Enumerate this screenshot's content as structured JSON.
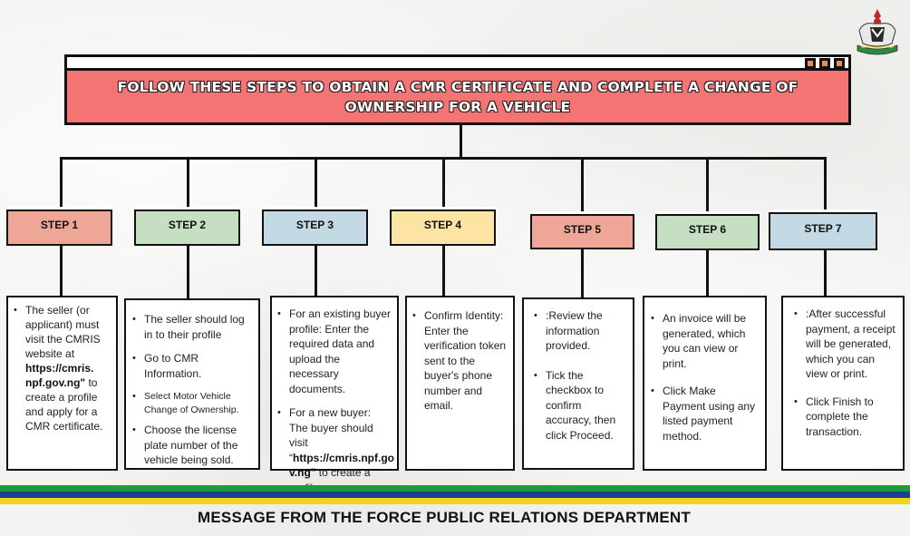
{
  "header": {
    "title": "FOLLOW THESE STEPS TO OBTAIN A CMR CERTIFICATE AND COMPLETE A CHANGE OF OWNERSHIP FOR A VEHICLE"
  },
  "colors": {
    "title_bg": "#f47474",
    "salmon": "#eea696",
    "green": "#c6dfc2",
    "blue": "#c3d9e3",
    "yellow": "#fde4a4",
    "stripe_green": "#1f9a3c",
    "stripe_blue": "#1b3f8f",
    "stripe_yellow": "#f2d21c"
  },
  "steps": [
    {
      "label": "STEP 1",
      "items": [
        "The seller (or applicant) must visit the CMRIS website at",
        "https://cmris. npf.gov.ng\"",
        "to create a profile and apply for a CMR certificate."
      ]
    },
    {
      "label": "STEP 2",
      "items": [
        "The seller should log in to their profile",
        "Go to CMR Information.",
        "Select Motor Vehicle Change of Ownership.",
        "Choose the license plate number of the vehicle being sold."
      ]
    },
    {
      "label": "STEP 3",
      "items": [
        "For an existing buyer profile: Enter the required data and upload the necessary documents.",
        "For a new buyer: The buyer should visit “",
        "https://cmris.npf.go v.ng\"",
        " to create a profile."
      ]
    },
    {
      "label": "STEP 4",
      "items": [
        "Confirm Identity: Enter the verification token sent to the buyer's phone number and email."
      ]
    },
    {
      "label": "STEP 5",
      "items": [
        ":Review the information provided.",
        "Tick the checkbox to confirm accuracy, then click Proceed."
      ]
    },
    {
      "label": "STEP 6",
      "items": [
        "An invoice will be generated, which you can view or print.",
        "Click Make Payment using any listed payment method."
      ]
    },
    {
      "label": "STEP 7",
      "items": [
        ":After successful payment, a receipt will be generated, which you can view or print.",
        "Click Finish to complete the transaction."
      ]
    }
  ],
  "footer": {
    "text": "MESSAGE FROM THE FORCE PUBLIC RELATIONS DEPARTMENT"
  }
}
